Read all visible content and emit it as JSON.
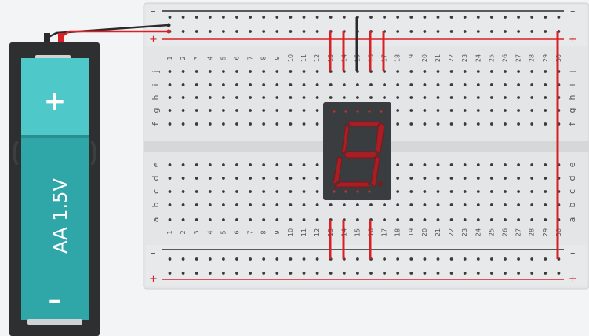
{
  "battery": {
    "plus_label": "+",
    "minus_label": "–",
    "text": "AA 1.5V"
  },
  "breadboard": {
    "rail_minus_label": "–",
    "rail_plus_label": "+",
    "column_numbers": [
      "1",
      "2",
      "3",
      "4",
      "5",
      "6",
      "7",
      "8",
      "9",
      "10",
      "11",
      "12",
      "13",
      "14",
      "15",
      "16",
      "17",
      "18",
      "19",
      "20",
      "21",
      "22",
      "23",
      "24",
      "25",
      "26",
      "27",
      "28",
      "29",
      "30"
    ],
    "top_row_letters": [
      "j",
      "i",
      "h",
      "g",
      "f"
    ],
    "bottom_row_letters": [
      "e",
      "d",
      "c",
      "b",
      "a"
    ]
  },
  "colors": {
    "wire_red": "#d92027",
    "wire_black": "#2b2b2b",
    "display_body": "#3a3d40",
    "segment_lit": "#b01e24",
    "segment_dim": "#8f1b1f",
    "battery_teal": "#2fa6a8",
    "battery_top": "#4fc8c9"
  },
  "display": {
    "digit": "8"
  }
}
